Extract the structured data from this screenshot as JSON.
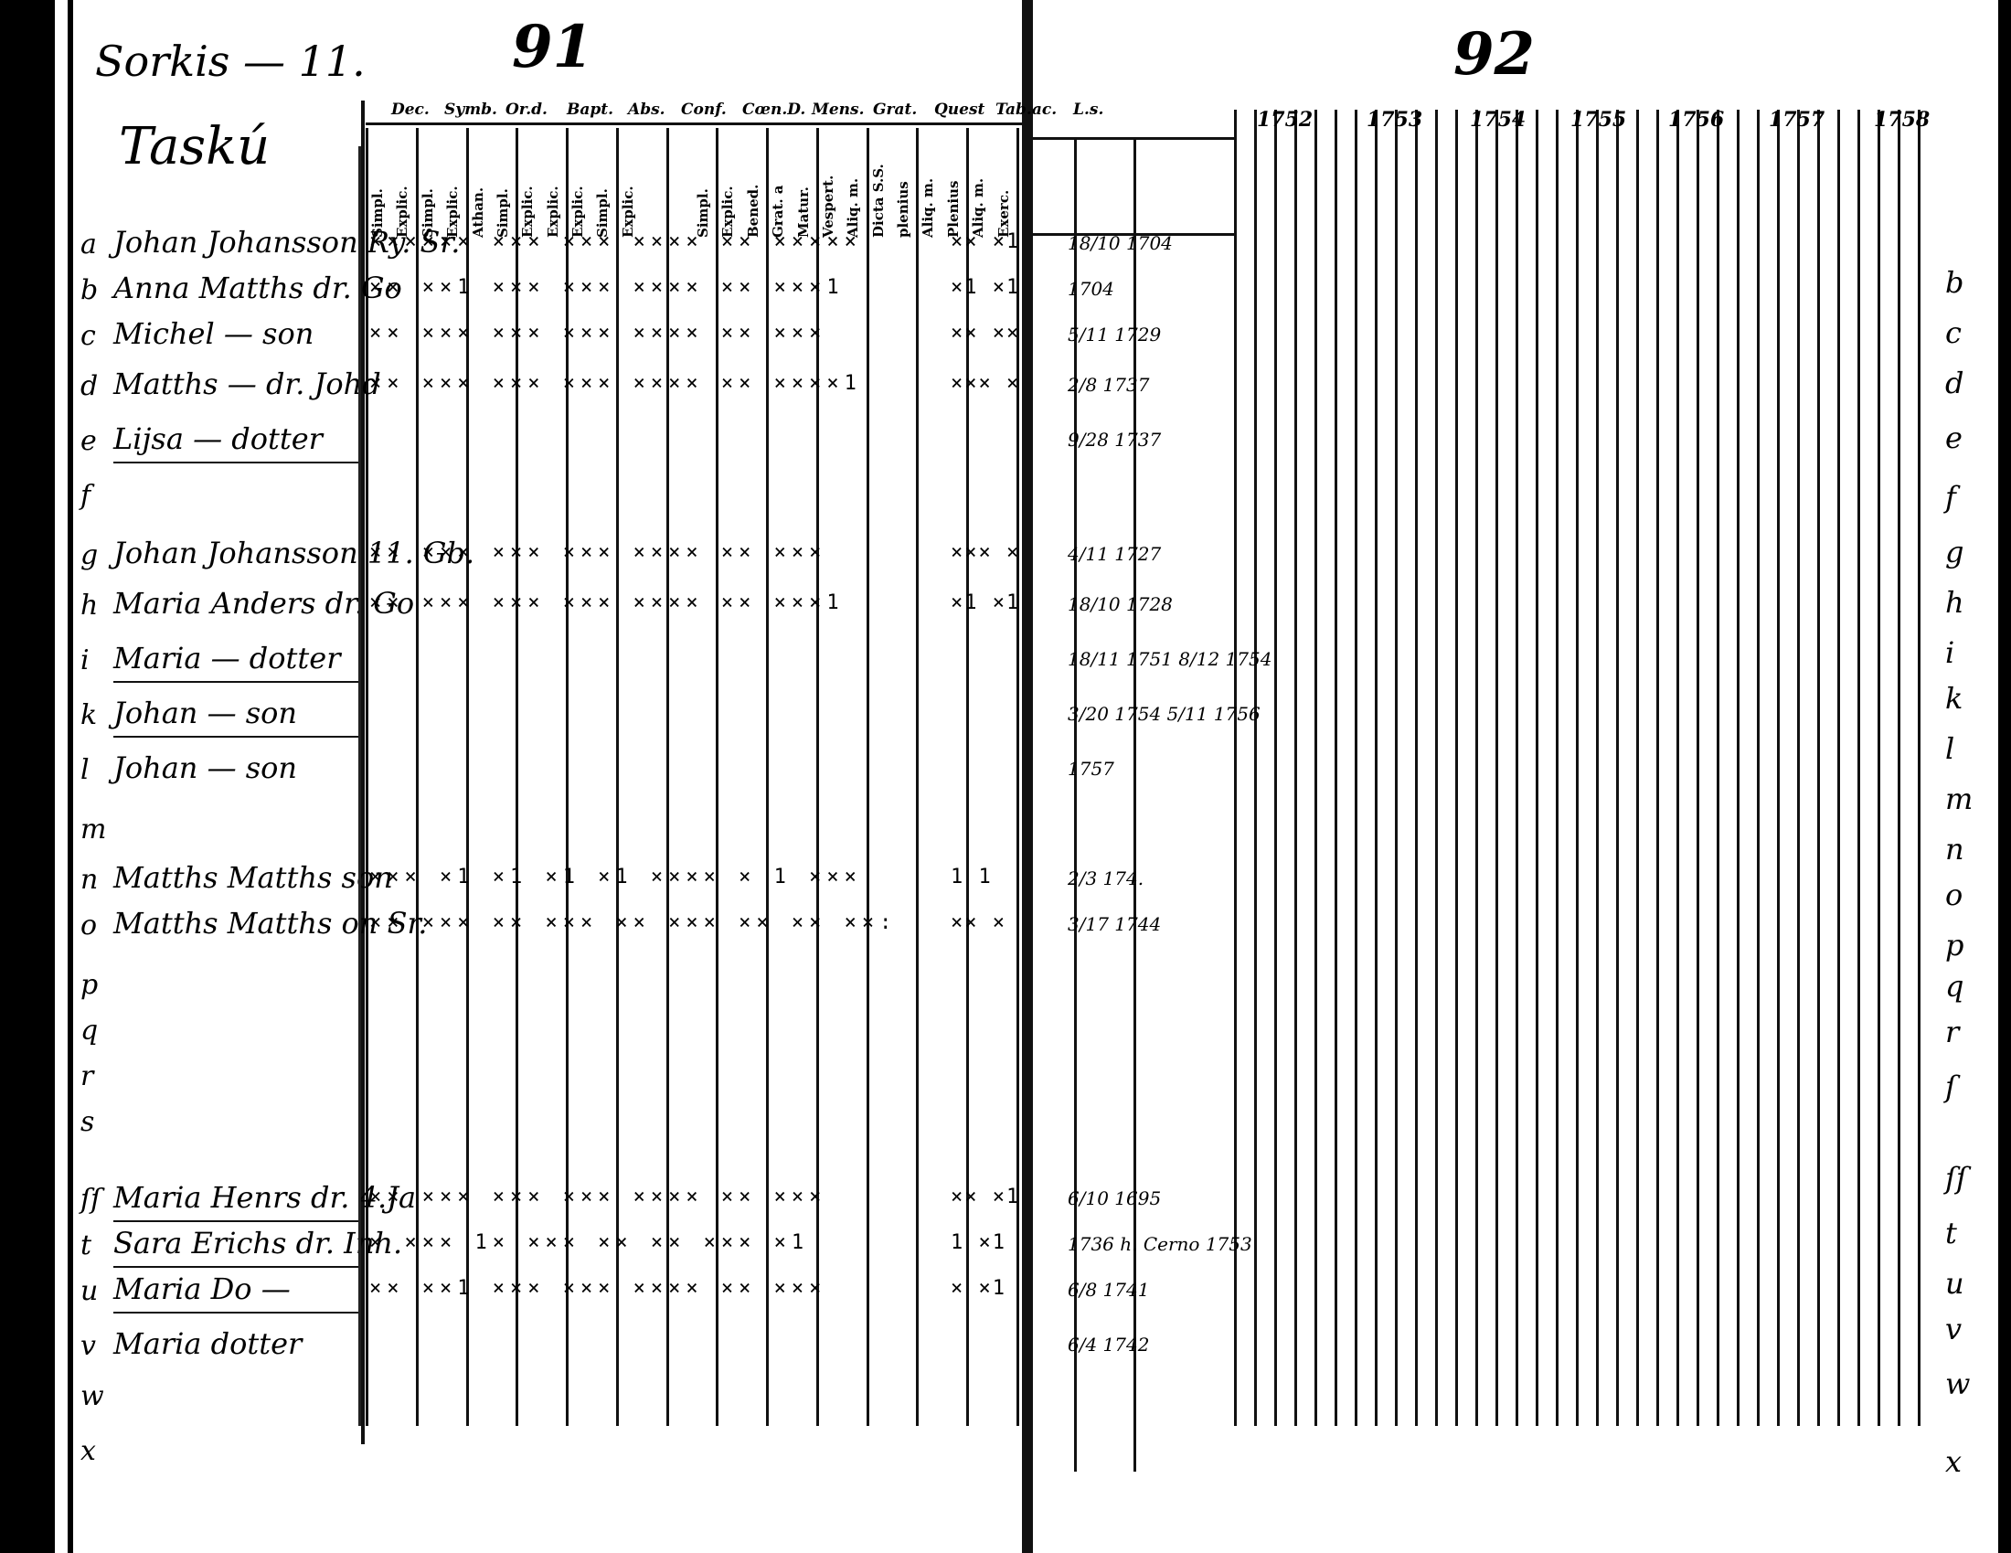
{
  "left_page": {
    "header": "Sorkis — 11.",
    "page_number": "91",
    "household": "Taskú",
    "column_groups": [
      "Dec.",
      "Symb.",
      "Or.d.",
      "Bapt.",
      "Abs.",
      "Conf.",
      "Cœn.D.",
      "Mens.",
      "Grat.",
      "Quest",
      "Tab.ac.",
      "L.s."
    ],
    "columns": [
      "Simpl.",
      "Explic.",
      "Simpl.",
      "Explic.",
      "Athan.",
      "Simpl.",
      "Explic.",
      "Explic.",
      "Explic.",
      "Simpl.",
      "Explic.",
      "",
      "",
      "Simpl.",
      "Explic.",
      "Bened.",
      "Grat. a",
      "Matur.",
      "Vespert.",
      "Aliq. m.",
      "Dicta S.S.",
      "plenius",
      "Aliq. m.",
      "Plenius",
      "Aliq. m.",
      "Exerc."
    ],
    "rows": [
      {
        "letter": "a",
        "name": "Johan Johansson Ry. Sr.",
        "marks": "×××××× ××× ××× ×××× ×× ×××××",
        "marks2": "××  ×1"
      },
      {
        "letter": "b",
        "name": "Anna Matths dr. Go",
        "marks": "×× ××1 ××× ××× ×××× ×× ×××1",
        "marks2": "×1  ×1"
      },
      {
        "letter": "c",
        "name": "Michel — son",
        "marks": "×× ××× ××× ××× ×××× ×× ×××",
        "marks2": "××  ××"
      },
      {
        "letter": "d",
        "name": "Matths — dr. Johd",
        "marks": "×× ××× ××× ××× ×××× ×× ××××1",
        "marks2": "×××  ×"
      },
      {
        "letter": "e",
        "name": "Lijsa — dotter",
        "marks": "",
        "marks2": ""
      },
      {
        "letter": "f",
        "name": "",
        "marks": "",
        "marks2": ""
      },
      {
        "letter": "g",
        "name": "Johan Johansson 11. Gb.",
        "marks": "×× ××× ××× ××× ×××× ×× ×××",
        "marks2": "×××  ×"
      },
      {
        "letter": "h",
        "name": "Maria Anders dr. Go",
        "marks": "×× ××× ××× ××× ×××× ×× ×××1",
        "marks2": "×1  ×1"
      },
      {
        "letter": "i",
        "name": "Maria — dotter",
        "marks": "",
        "marks2": ""
      },
      {
        "letter": "k",
        "name": "Johan — son",
        "marks": "",
        "marks2": ""
      },
      {
        "letter": "l",
        "name": "Johan — son",
        "marks": "",
        "marks2": ""
      },
      {
        "letter": "m",
        "name": "",
        "marks": "",
        "marks2": ""
      },
      {
        "letter": "n",
        "name": "Matths Matths son",
        "marks": "××× ×1 ×1 ×1 ×1 ×××× × 1 ×××",
        "marks2": "1  1"
      },
      {
        "letter": "o",
        "name": "Matths Matths on Sr.",
        "marks": "×× ××× ×× ××× ×× ××× ×× ×× ××:",
        "marks2": "×× ×"
      },
      {
        "letter": "p",
        "name": "",
        "marks": "",
        "marks2": ""
      },
      {
        "letter": "q",
        "name": "",
        "marks": "",
        "marks2": ""
      },
      {
        "letter": "r",
        "name": "",
        "marks": "",
        "marks2": ""
      },
      {
        "letter": "s",
        "name": "",
        "marks": "",
        "marks2": ""
      },
      {
        "letter": "ſſ",
        "name": "Maria Henrs dr. 4.Ja",
        "marks": "×× ××× ××× ××× ×××× ×× ×××",
        "marks2": "××  ×1"
      },
      {
        "letter": "t",
        "name": "Sara Erichs dr. Inh.",
        "marks": "× ××× 1× ××× ×× ×× ××× ×1",
        "marks2": "1  ×1"
      },
      {
        "letter": "u",
        "name": "Maria Do —",
        "marks": "×× ××1 ××× ××× ×××× ×× ×××",
        "marks2": "×  ×1"
      },
      {
        "letter": "v",
        "name": "Maria dotter",
        "marks": "",
        "marks2": ""
      },
      {
        "letter": "w",
        "name": "",
        "marks": "",
        "marks2": ""
      },
      {
        "letter": "x",
        "name": "",
        "marks": "",
        "marks2": ""
      }
    ]
  },
  "right_page": {
    "page_number": "92",
    "years": [
      "1752",
      "1753",
      "1754",
      "1755",
      "1756",
      "1757",
      "1758"
    ],
    "birth_dates": [
      {
        "row": "a",
        "text": "18/10 1704"
      },
      {
        "row": "b",
        "text": "1704"
      },
      {
        "row": "c",
        "text": "5/11 1729"
      },
      {
        "row": "d",
        "text": "2/8 1737"
      },
      {
        "row": "e",
        "text": "9/28 1737"
      },
      {
        "row": "g",
        "text": "4/11 1727"
      },
      {
        "row": "h",
        "text": "18/10 1728"
      },
      {
        "row": "i",
        "text": "18/11 1751 8/12 1754"
      },
      {
        "row": "k",
        "text": "3/20 1754 5/11 1756"
      },
      {
        "row": "l",
        "text": "1757"
      },
      {
        "row": "n",
        "text": "2/3 174."
      },
      {
        "row": "o",
        "text": "3/17 1744"
      },
      {
        "row": "ſſ",
        "text": "6/10 1695"
      },
      {
        "row": "t",
        "text": "1736 h. Cerno 1753"
      },
      {
        "row": "u",
        "text": "6/8 1741"
      },
      {
        "row": "v",
        "text": "6/4 1742"
      }
    ],
    "right_letters": [
      "b",
      "c",
      "d",
      "e",
      "f",
      "g",
      "h",
      "i",
      "k",
      "l",
      "m",
      "n",
      "o",
      "p",
      "q",
      "r",
      "ſ",
      "ſſ",
      "t",
      "u",
      "v",
      "w",
      "x"
    ]
  }
}
